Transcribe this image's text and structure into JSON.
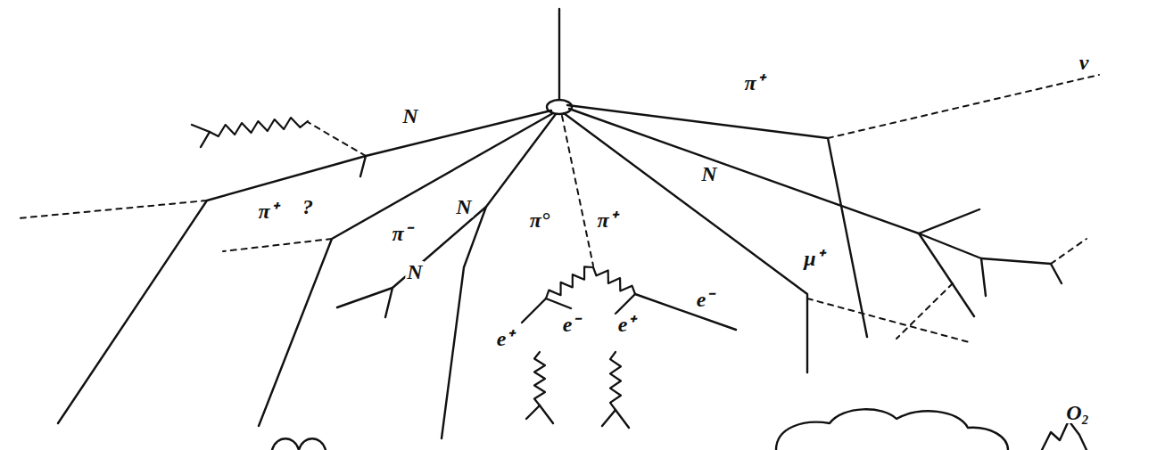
{
  "diagram": {
    "labels": [
      "N",
      "π⁺",
      "ν",
      "N",
      "π⁺",
      "?",
      "π⁻",
      "N",
      "π°",
      "π⁺",
      "N",
      "μ⁺",
      "e⁻",
      "e⁺",
      "e⁻",
      "e⁺",
      "O₂"
    ]
  }
}
